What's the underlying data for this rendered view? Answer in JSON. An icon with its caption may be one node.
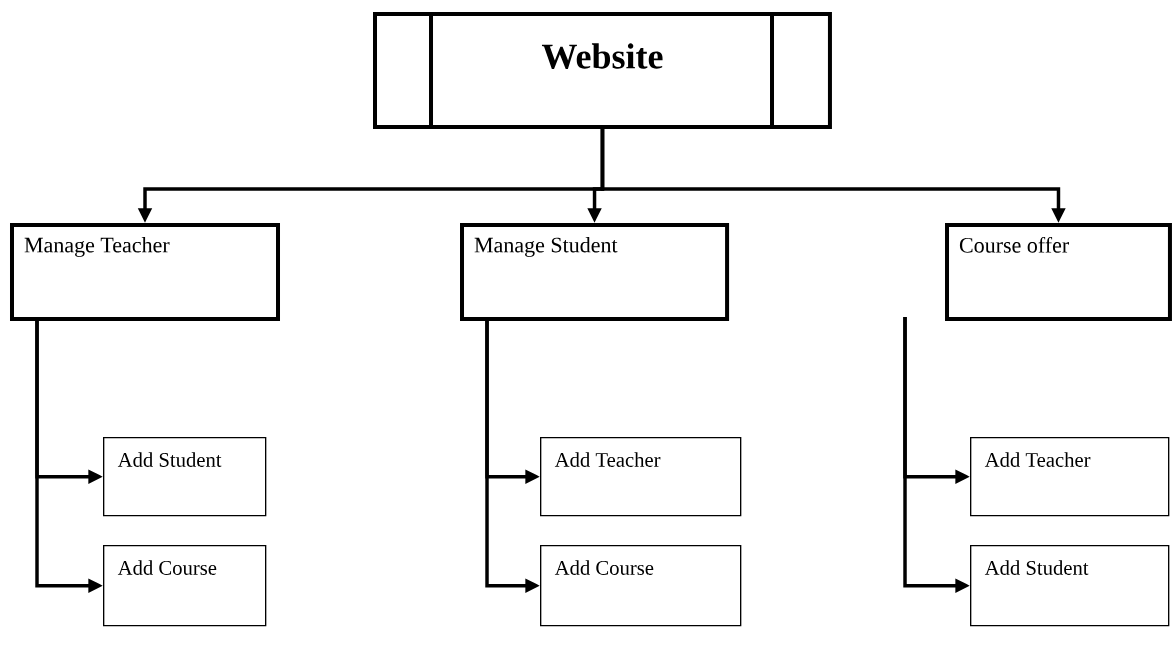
{
  "diagram": {
    "nodes": [
      {
        "text": [
          "Website"
        ]
      },
      {
        "text": [
          "Manage Teacher"
        ]
      },
      {
        "text": [
          "Manage Student"
        ]
      },
      {
        "text": [
          "Course offer"
        ]
      },
      {
        "text": [
          "Add Student"
        ]
      },
      {
        "text": [
          "Add Course"
        ]
      },
      {
        "text": [
          "Add Teacher"
        ]
      },
      {
        "text": [
          "Add Course"
        ]
      },
      {
        "text": [
          "Add Teacher"
        ]
      },
      {
        "text": [
          "Add Student"
        ]
      }
    ],
    "edges": [
      {
        "from": 0,
        "to": 1,
        "arrow": "to"
      },
      {
        "from": 0,
        "to": 2,
        "arrow": "to"
      },
      {
        "from": 0,
        "to": 3,
        "arrow": "to"
      },
      {
        "from": 1,
        "to": 4,
        "arrow": "to"
      },
      {
        "from": 1,
        "to": 5,
        "arrow": "to"
      },
      {
        "from": 2,
        "to": 6,
        "arrow": "to"
      },
      {
        "from": 2,
        "to": 7,
        "arrow": "to"
      },
      {
        "from": 3,
        "to": 8,
        "arrow": "to"
      },
      {
        "from": 3,
        "to": 9,
        "arrow": "to"
      }
    ]
  }
}
